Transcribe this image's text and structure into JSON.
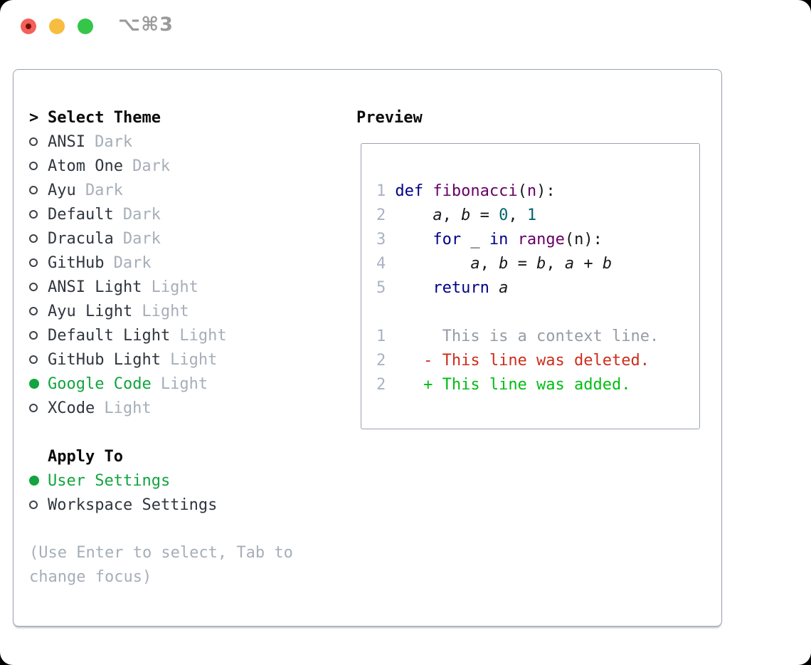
{
  "titlebar": {
    "shortcut": "⌥⌘3",
    "traffic_lights": [
      {
        "name": "close",
        "color": "#f45f58"
      },
      {
        "name": "minimize",
        "color": "#f7bd40"
      },
      {
        "name": "zoom",
        "color": "#35c649"
      }
    ]
  },
  "theme_panel": {
    "title": "Select Theme",
    "cursor": ">",
    "items": [
      {
        "label": "ANSI",
        "variant": "Dark",
        "selected": false
      },
      {
        "label": "Atom One",
        "variant": "Dark",
        "selected": false
      },
      {
        "label": "Ayu",
        "variant": "Dark",
        "selected": false
      },
      {
        "label": "Default",
        "variant": "Dark",
        "selected": false
      },
      {
        "label": "Dracula",
        "variant": "Dark",
        "selected": false
      },
      {
        "label": "GitHub",
        "variant": "Dark",
        "selected": false
      },
      {
        "label": "ANSI Light",
        "variant": "Light",
        "selected": false
      },
      {
        "label": "Ayu Light",
        "variant": "Light",
        "selected": false
      },
      {
        "label": "Default Light",
        "variant": "Light",
        "selected": false
      },
      {
        "label": "GitHub Light",
        "variant": "Light",
        "selected": false
      },
      {
        "label": "Google Code",
        "variant": "Light",
        "selected": true
      },
      {
        "label": "XCode",
        "variant": "Light",
        "selected": false
      }
    ]
  },
  "apply_panel": {
    "title": "Apply To",
    "options": [
      {
        "label": "User Settings",
        "selected": true
      },
      {
        "label": "Workspace Settings",
        "selected": false
      }
    ]
  },
  "help_text": "(Use Enter to select, Tab to change focus)",
  "preview_panel": {
    "title": "Preview",
    "lines": [
      {
        "num": "1",
        "tokens": [
          {
            "c": "kwd",
            "t": "def"
          },
          {
            "c": "pln",
            "t": " "
          },
          {
            "c": "typ",
            "t": "fibonacci"
          },
          {
            "c": "pln",
            "t": "("
          },
          {
            "c": "typ",
            "t": "n"
          },
          {
            "c": "pln",
            "t": "):"
          }
        ]
      },
      {
        "num": "2",
        "tokens": [
          {
            "c": "pln",
            "t": "    "
          },
          {
            "c": "var",
            "t": "a"
          },
          {
            "c": "pln",
            "t": ", "
          },
          {
            "c": "var",
            "t": "b"
          },
          {
            "c": "pln",
            "t": " = "
          },
          {
            "c": "lit",
            "t": "0"
          },
          {
            "c": "pln",
            "t": ", "
          },
          {
            "c": "lit",
            "t": "1"
          }
        ]
      },
      {
        "num": "3",
        "tokens": [
          {
            "c": "pln",
            "t": "    "
          },
          {
            "c": "kwd",
            "t": "for"
          },
          {
            "c": "pln",
            "t": " _ "
          },
          {
            "c": "kwd",
            "t": "in"
          },
          {
            "c": "pln",
            "t": " "
          },
          {
            "c": "typ",
            "t": "range"
          },
          {
            "c": "pln",
            "t": "(n):"
          }
        ]
      },
      {
        "num": "4",
        "tokens": [
          {
            "c": "pln",
            "t": "        "
          },
          {
            "c": "var",
            "t": "a"
          },
          {
            "c": "pln",
            "t": ", "
          },
          {
            "c": "var",
            "t": "b"
          },
          {
            "c": "pln",
            "t": " = "
          },
          {
            "c": "var",
            "t": "b"
          },
          {
            "c": "pln",
            "t": ", "
          },
          {
            "c": "var",
            "t": "a"
          },
          {
            "c": "pln",
            "t": " + "
          },
          {
            "c": "var",
            "t": "b"
          }
        ]
      },
      {
        "num": "5",
        "tokens": [
          {
            "c": "pln",
            "t": "    "
          },
          {
            "c": "kwd",
            "t": "return"
          },
          {
            "c": "pln",
            "t": " "
          },
          {
            "c": "var",
            "t": "a"
          }
        ]
      },
      {
        "num": "",
        "tokens": []
      },
      {
        "num": "1",
        "tokens": [
          {
            "c": "ctx",
            "t": "     This is a context line."
          }
        ]
      },
      {
        "num": "2",
        "tokens": [
          {
            "c": "del",
            "t": "   - This line was deleted."
          }
        ]
      },
      {
        "num": "2",
        "tokens": [
          {
            "c": "add",
            "t": "   + This line was added."
          }
        ]
      }
    ]
  },
  "colors": {
    "selected_green": "#12a43f",
    "keyword_blue": "#000088",
    "type_purple": "#660066",
    "literal_teal": "#006666",
    "diff_deleted_red": "#cc2d1b",
    "diff_added_green": "#00bd13",
    "muted_gray": "#a6aeb9",
    "border_gray": "#9aa3ae"
  }
}
